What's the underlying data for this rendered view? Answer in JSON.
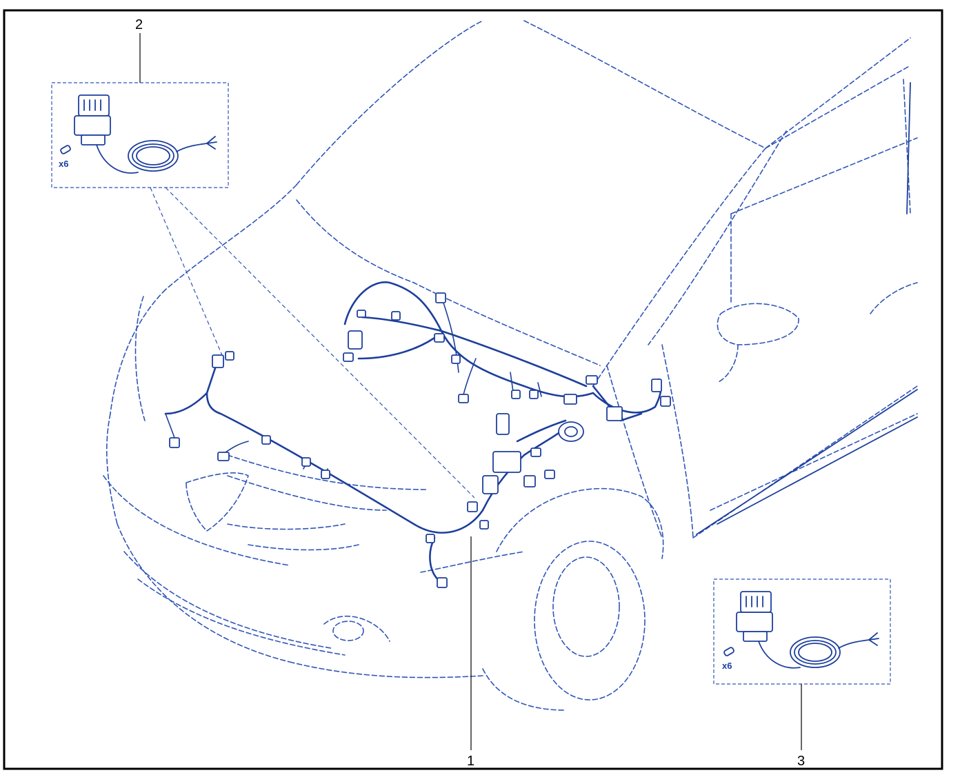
{
  "callouts": {
    "item1": "1",
    "item2": "2",
    "item3": "3"
  },
  "kits": {
    "kit2_qty": "x6",
    "kit3_qty": "x6"
  },
  "colors": {
    "line_art": "#1d3f9c",
    "dashed_outline": "#2f55b8",
    "frame": "#000000"
  }
}
